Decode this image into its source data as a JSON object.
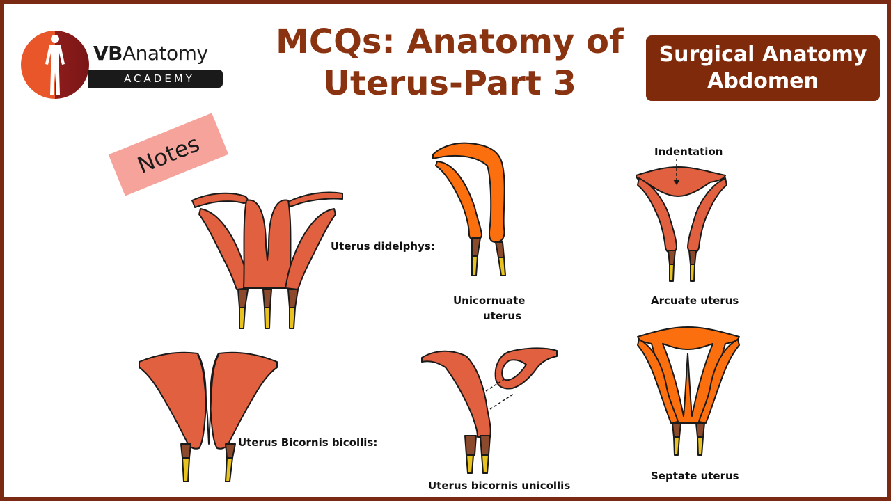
{
  "logo": {
    "brand_bold": "VB",
    "brand_rest": "Anatomy",
    "sub": "ACADEMY"
  },
  "title": {
    "line1": "MCQs: Anatomy of",
    "line2": "Uterus-Part 3"
  },
  "badge": {
    "line1": "Surgical Anatomy",
    "line2": "Abdomen"
  },
  "notes_tag": "Notes",
  "labels": {
    "didelphys": "Uterus didelphys:",
    "unicornuate_1": "Unicornuate",
    "unicornuate_2": "uterus",
    "indentation": "Indentation",
    "arcuate": "Arcuate uterus",
    "bicornis_bicollis": "Uterus Bicornis bicollis:",
    "bicornis_unicollis": "Uterus bicornis unicollis",
    "septate": "Septate uterus"
  },
  "colors": {
    "frame": "#7a2a12",
    "title": "#8a3310",
    "badge_bg": "#7f2a0b",
    "uterus_muted": "#e0603f",
    "uterus_bright": "#fb6f0e",
    "cervix_brown": "#8b4a2b",
    "vagina_yellow": "#e8c21e",
    "notes_bg": "#f6a39b"
  }
}
